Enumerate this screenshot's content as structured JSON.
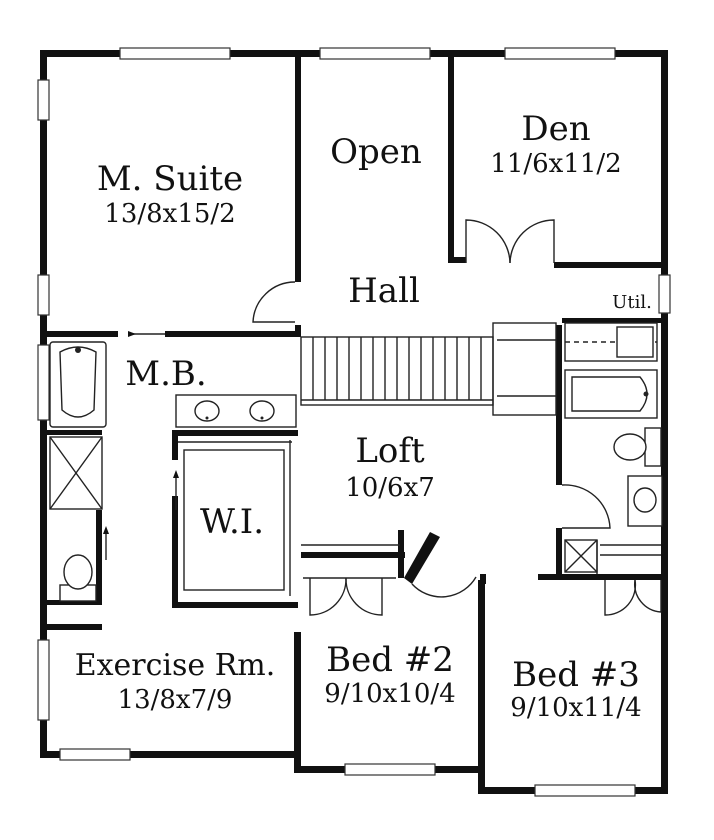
{
  "rooms": {
    "master_suite": {
      "name": "M. Suite",
      "size": "13/8x15/2"
    },
    "open": {
      "name": "Open"
    },
    "den": {
      "name": "Den",
      "size": "11/6x11/2"
    },
    "hall": {
      "name": "Hall"
    },
    "utility": {
      "name": "Util."
    },
    "master_bath": {
      "name": "M.B."
    },
    "loft": {
      "name": "Loft",
      "size": "10/6x7"
    },
    "walk_in": {
      "name": "W.I."
    },
    "exercise": {
      "name": "Exercise Rm.",
      "size": "13/8x7/9"
    },
    "bed2": {
      "name": "Bed #2",
      "size": "9/10x10/4"
    },
    "bed3": {
      "name": "Bed #3",
      "size": "9/10x11/4"
    }
  }
}
